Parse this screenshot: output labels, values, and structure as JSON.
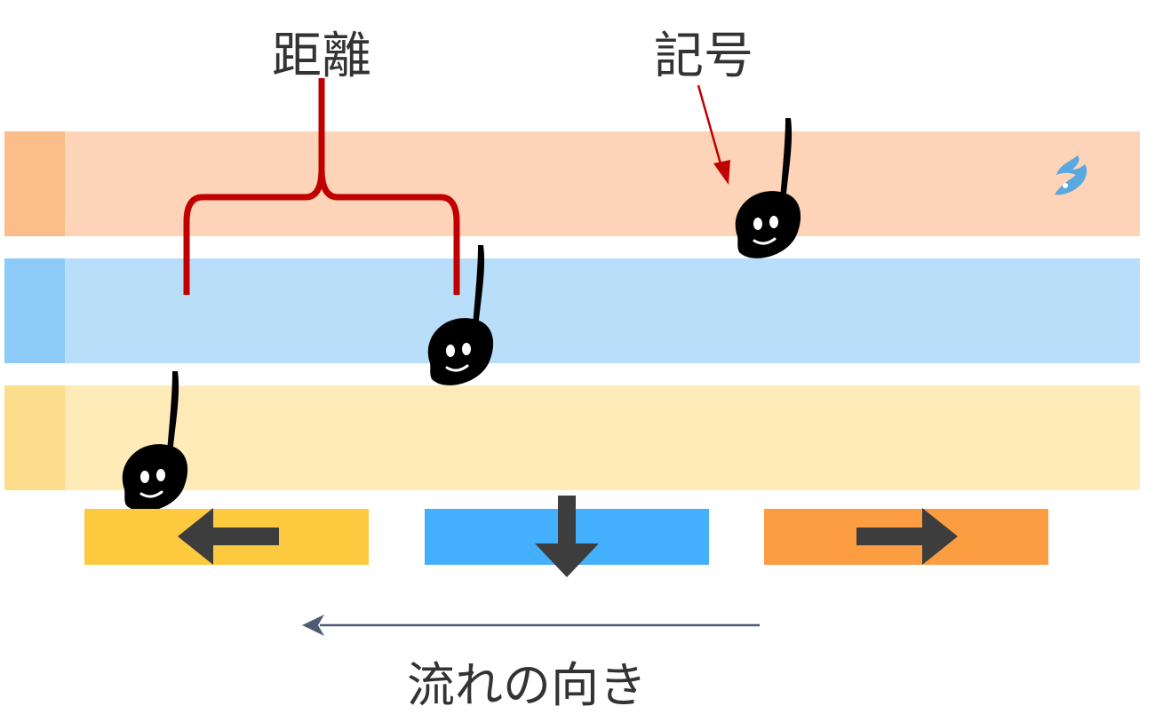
{
  "labels": {
    "distance": "距離",
    "symbol": "記号",
    "flow": "流れの向き"
  },
  "colors": {
    "lane_top": "#fdd4b7",
    "lane_top_edge": "#fbbd8a",
    "lane_mid": "#b9defa",
    "lane_mid_edge": "#8ccaf7",
    "lane_bottom": "#feebb8",
    "lane_bottom_edge": "#fcdd8c",
    "button_left": "#fdc93f",
    "button_down": "#44b0fd",
    "button_right": "#fd9d41",
    "arrow": "#3d3d3d",
    "bracket": "#c00000",
    "pointer": "#c00000",
    "flow_arrow": "#4f5a73",
    "note": "#000000"
  },
  "lanes": [
    {
      "name": "lane-top"
    },
    {
      "name": "lane-middle"
    },
    {
      "name": "lane-bottom"
    }
  ],
  "buttons": [
    {
      "name": "left",
      "icon": "arrow-left-icon"
    },
    {
      "name": "down",
      "icon": "arrow-down-icon"
    },
    {
      "name": "right",
      "icon": "arrow-right-icon"
    }
  ],
  "notes": [
    {
      "lane": "top",
      "icon": "note-character-icon"
    },
    {
      "lane": "middle",
      "icon": "note-character-icon"
    },
    {
      "lane": "bottom",
      "icon": "note-character-icon"
    }
  ],
  "decoration": {
    "icon": "blue-bird-icon"
  }
}
